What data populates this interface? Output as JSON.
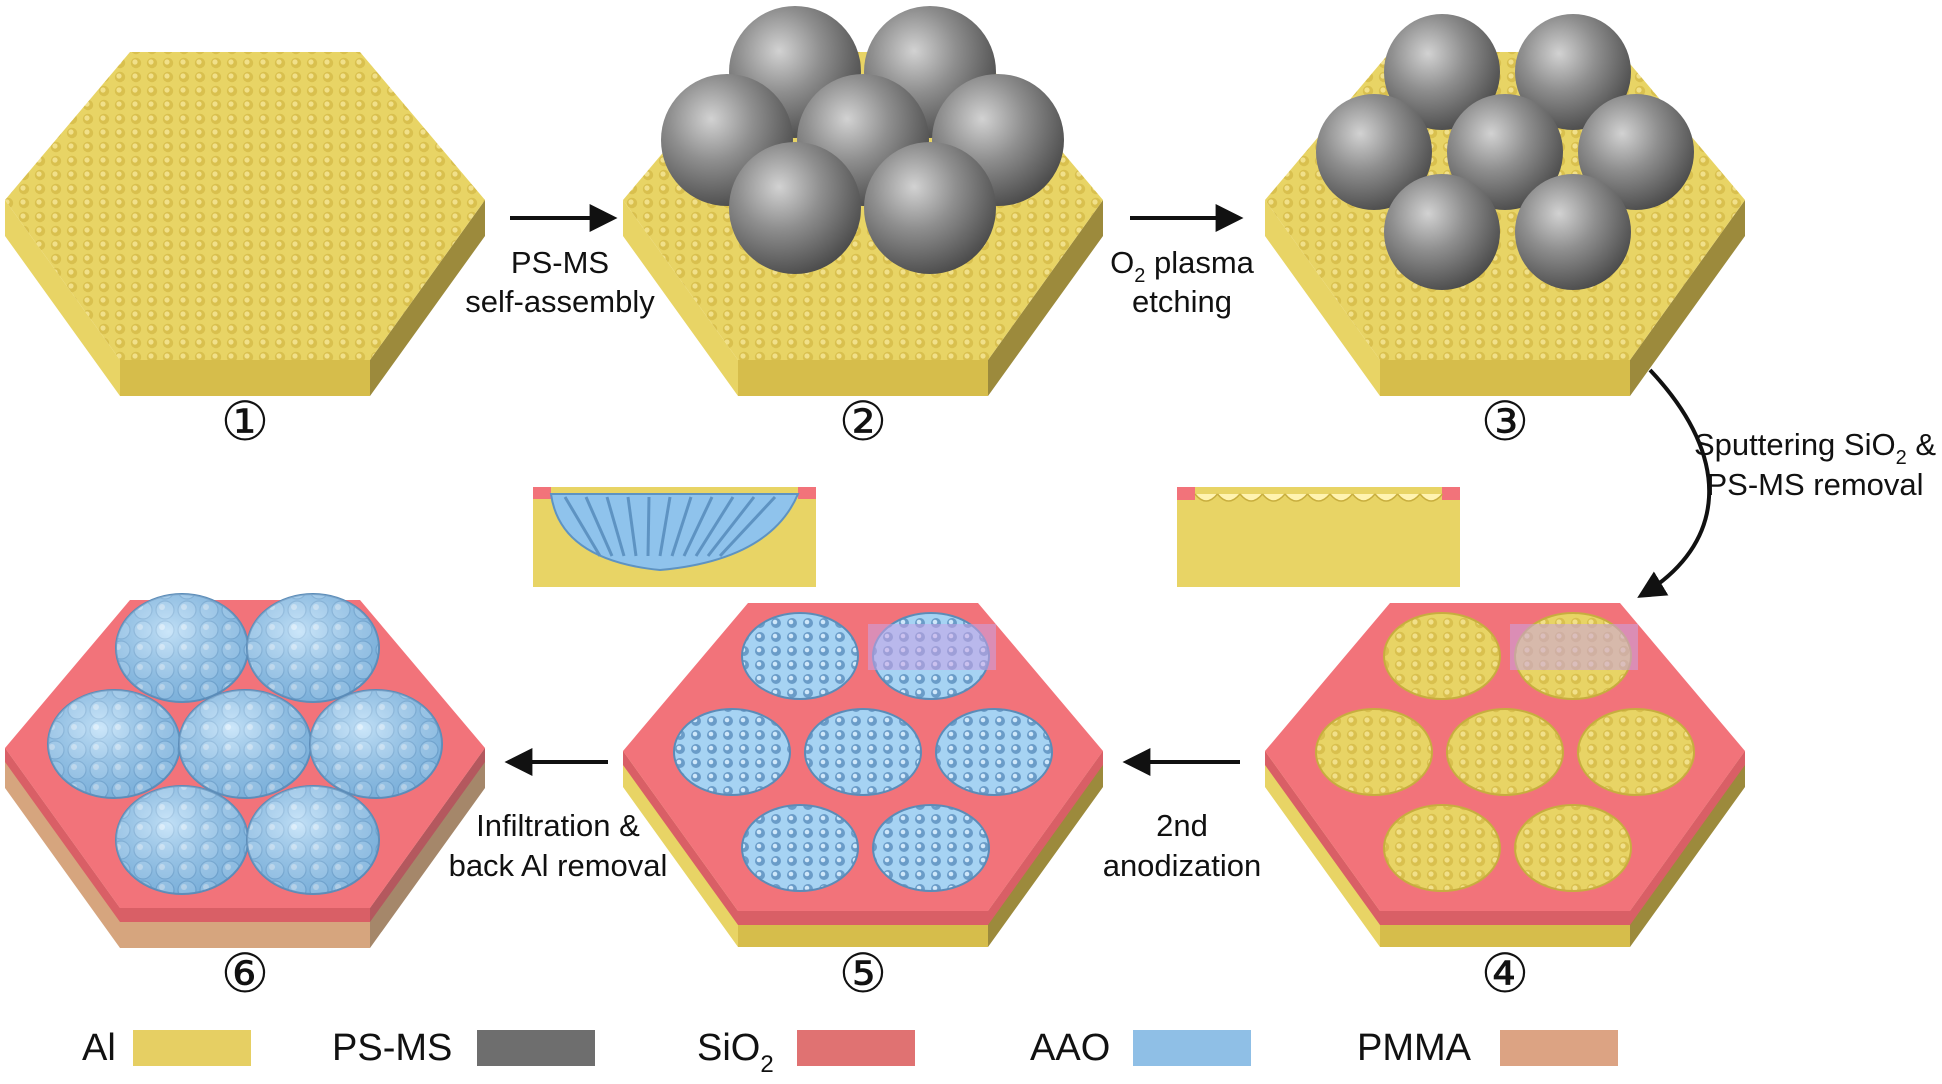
{
  "steps": [
    {
      "number": "①"
    },
    {
      "number": "②"
    },
    {
      "number": "③"
    },
    {
      "number": "④"
    },
    {
      "number": "⑤"
    },
    {
      "number": "⑥"
    }
  ],
  "arrows": {
    "a12": {
      "line1": "PS-MS",
      "line2": "self-assembly"
    },
    "a23": {
      "line1_pre": "O",
      "line1_sub": "2",
      "line1_post": " plasma",
      "line2": "etching"
    },
    "a34": {
      "line1_pre": "Sputtering SiO",
      "line1_sub": "2",
      "line1_post": " &",
      "line2": "PS-MS removal"
    },
    "a45": {
      "line1": "2nd",
      "line2": "anodization"
    },
    "a56": {
      "line1": "Infiltration &",
      "line2": "back Al removal"
    }
  },
  "legend": [
    {
      "label": "Al",
      "sub": "",
      "color": "#e6cf63"
    },
    {
      "label": "PS-MS",
      "sub": "",
      "color": "#6e6e6e"
    },
    {
      "label": "SiO",
      "sub": "2",
      "color": "#e07272"
    },
    {
      "label": "AAO",
      "sub": "",
      "color": "#8fbfe6"
    },
    {
      "label": "PMMA",
      "sub": "",
      "color": "#dca383"
    }
  ],
  "colors": {
    "al_top": "#e8d465",
    "al_side": "#d6bd4b",
    "al_side_dark": "#9c8a3c",
    "sio2_top": "#f2737a",
    "sio2_side": "#d95f66",
    "aao": "#9ccbef",
    "ps": "#7a7a7a",
    "pmma_side": "#d6a57e",
    "pmma_dark": "#a5876a"
  }
}
